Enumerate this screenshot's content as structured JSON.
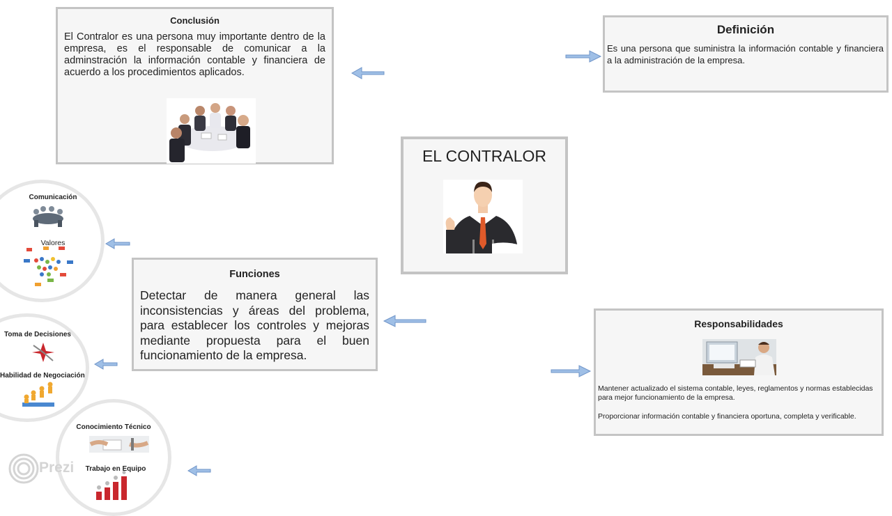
{
  "center": {
    "title": "EL CONTRALOR"
  },
  "conclusion": {
    "title": "Conclusión",
    "text": "El Contralor es una persona muy importante dentro de la empresa, es el responsable de comunicar a la adminstración la información contable y financiera de acuerdo a los procedimientos aplicados."
  },
  "definition": {
    "title": "Definición",
    "text": "Es una persona que  suministra la información contable y financiera a la administración de la empresa."
  },
  "functions": {
    "title": "Funciones",
    "text": "Detectar de manera general las inconsistencias y áreas del problema, para establecer los controles y mejoras mediante propuesta para el buen funcionamiento de la empresa."
  },
  "responsibilities": {
    "title": "Responsabilidades",
    "item1": "Mantener actualizado el sistema contable, leyes, reglamentos y normas establecidas para mejor funcionamiento de la empresa.",
    "item2": "Proporcionar información contable y financiera oportuna, completa y verificable."
  },
  "skills": {
    "c1": {
      "a": "Comunicación",
      "b": "Valores"
    },
    "c2": {
      "a": "Toma de Decisiones",
      "b": "Habilidad de Negociación"
    },
    "c3": {
      "a": "Conocimiento Técnico",
      "b": "Trabajo en Equipo"
    }
  },
  "brand": {
    "logo_text": "Prezi"
  },
  "colors": {
    "arrow": "#8fb3e0",
    "border": "#c4c4c4",
    "box_bg": "#f6f6f6"
  }
}
